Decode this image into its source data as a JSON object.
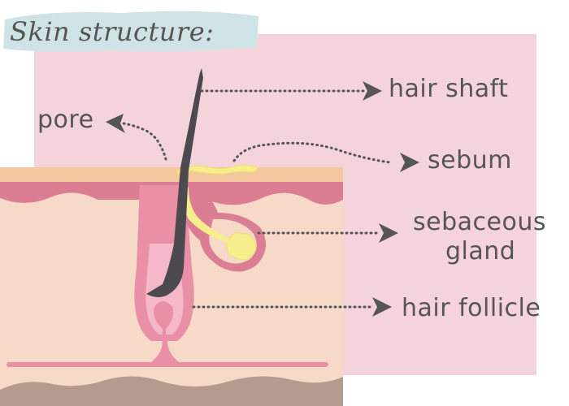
{
  "title": "Skin structure:",
  "labels": {
    "hair_shaft": "hair shaft",
    "pore": "pore",
    "sebum": "sebum",
    "sebaceous_gland_line1": "sebaceous",
    "sebaceous_gland_line2": "gland",
    "hair_follicle": "hair follicle"
  },
  "colors": {
    "background_panel": "#f4d3db",
    "title_highlight": "#cfe3e6",
    "epidermis_top": "#f5c79f",
    "dermis_band": "#dc7e93",
    "tissue": "#f7d9c8",
    "fat_layer": "#b69a8f",
    "hair": "#4d4a4f",
    "follicle": "#e98fa6",
    "follicle_inner": "#f4b8c8",
    "sebum": "#f6ee8c",
    "text": "#555555",
    "arrow": "#555555"
  }
}
